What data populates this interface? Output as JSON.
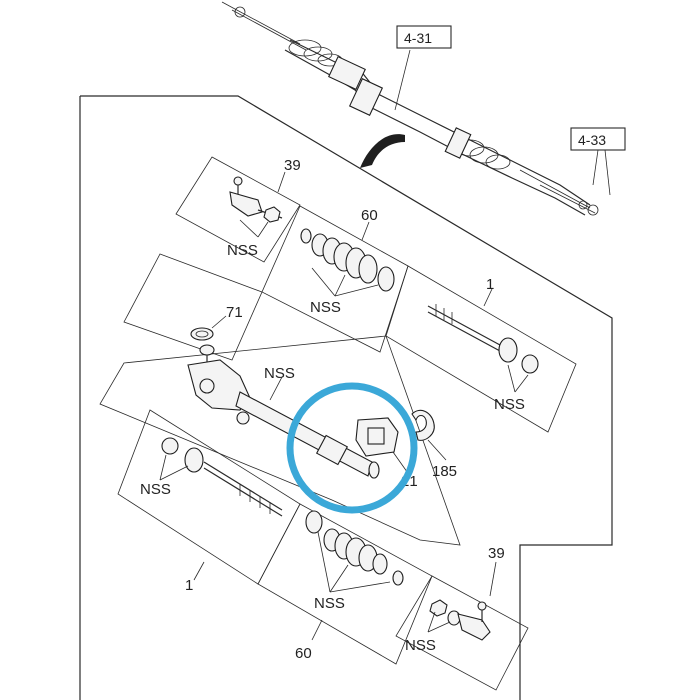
{
  "diagram": {
    "references": {
      "top": "4-31",
      "right": "4-33"
    },
    "callouts": {
      "tie_rod_end_upper": "39",
      "boot_upper": "60",
      "inner_tie_rod_upper": "1",
      "o_ring": "71",
      "housing": "NSS",
      "bushing": "21",
      "clamp": "185",
      "inner_tie_rod_lower": "1",
      "boot_lower": "60",
      "tie_rod_end_lower": "39"
    },
    "nss": "NSS",
    "highlight_color": "#3ba8d8"
  }
}
